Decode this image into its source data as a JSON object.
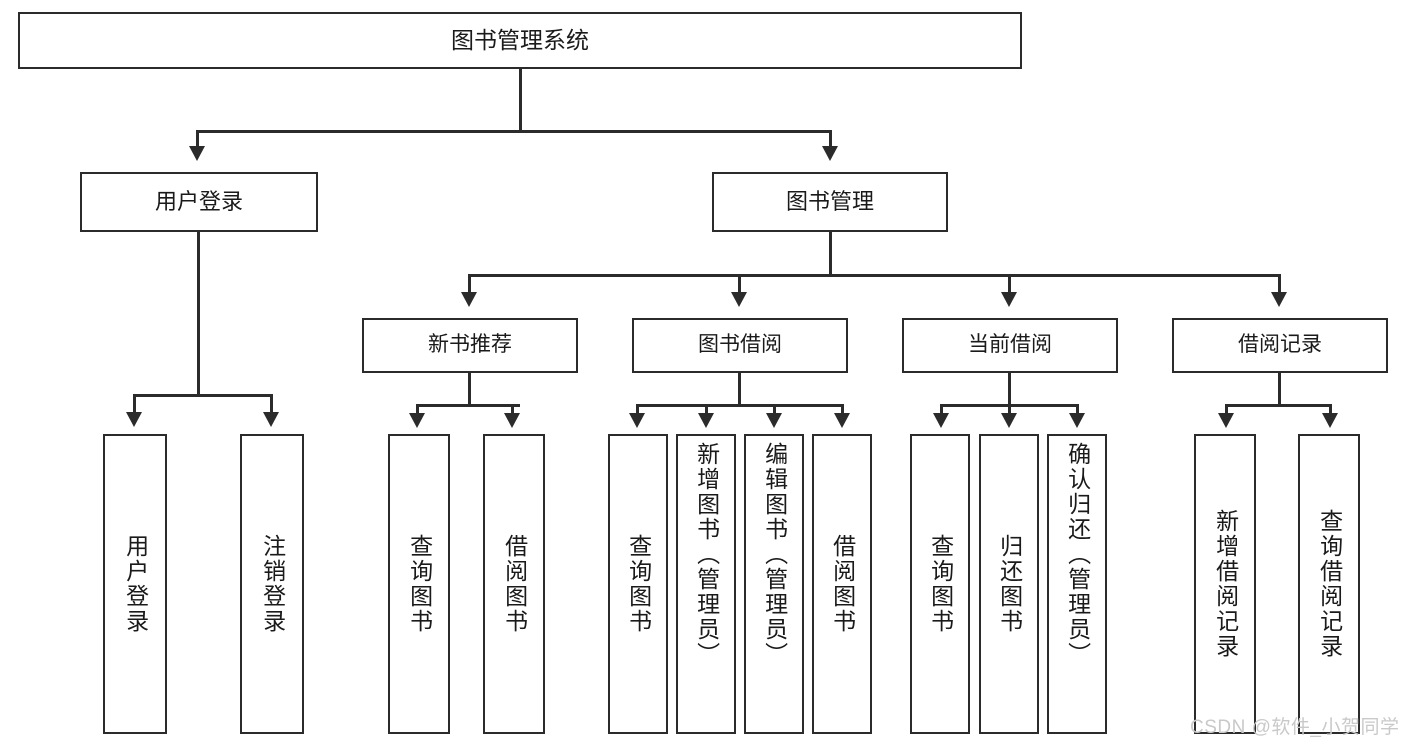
{
  "diagram": {
    "title": "图书管理系统",
    "watermark": "CSDN @软件_小贺同学",
    "root": {
      "label": "图书管理系统"
    },
    "level2": [
      {
        "label": "用户登录"
      },
      {
        "label": "图书管理"
      }
    ],
    "level3": [
      {
        "label": "新书推荐"
      },
      {
        "label": "图书借阅"
      },
      {
        "label": "当前借阅"
      },
      {
        "label": "借阅记录"
      }
    ],
    "leaves": [
      {
        "label": "用户登录"
      },
      {
        "label": "注销登录"
      },
      {
        "label": "查询图书"
      },
      {
        "label": "借阅图书"
      },
      {
        "label": "查询图书"
      },
      {
        "label": "新增图书（管理员）"
      },
      {
        "label": "编辑图书（管理员）"
      },
      {
        "label": "借阅图书"
      },
      {
        "label": "查询图书"
      },
      {
        "label": "归还图书"
      },
      {
        "label": "确认归还（管理员）"
      },
      {
        "label": "新增借阅记录"
      },
      {
        "label": "查询借阅记录"
      }
    ],
    "colors": {
      "stroke": "#2b2b2b",
      "fill": "#ffffff",
      "text": "#1a1a1a",
      "watermark": "#c9c9c9"
    }
  }
}
